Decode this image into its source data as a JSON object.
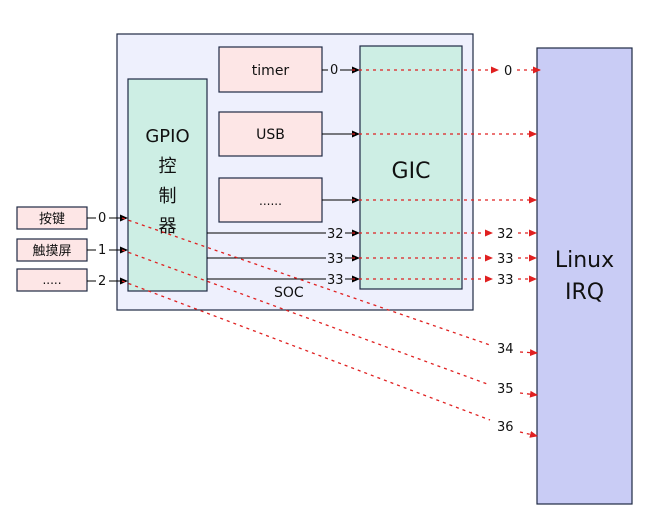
{
  "soc": {
    "label": "SOC"
  },
  "gpio": {
    "lines": [
      "GPIO",
      "控",
      "制",
      "器"
    ]
  },
  "gic": {
    "label": "GIC"
  },
  "linux_irq": {
    "lines": [
      "Linux",
      "IRQ"
    ]
  },
  "peripherals": {
    "timer": "timer",
    "usb": "USB",
    "other": "......"
  },
  "inputs": [
    {
      "label": "按键",
      "pin": "0"
    },
    {
      "label": "触摸屏",
      "pin": "1"
    },
    {
      "label": ".....",
      "pin": "2"
    }
  ],
  "gic_inputs": [
    "32",
    "33",
    "33"
  ],
  "timer_irq": "0",
  "linux_numbers": {
    "timer": "0",
    "gic": [
      "32",
      "33",
      "33"
    ],
    "gpio": [
      "34",
      "35",
      "36"
    ]
  },
  "colors": {
    "soc_fill": "#eef0fd",
    "soc_border": "#1f2a44",
    "peripheral_fill": "#fde6e6",
    "controller_fill": "#cdeee4",
    "linux_fill": "#c9ccf5",
    "dashed_red": "#e02020"
  }
}
